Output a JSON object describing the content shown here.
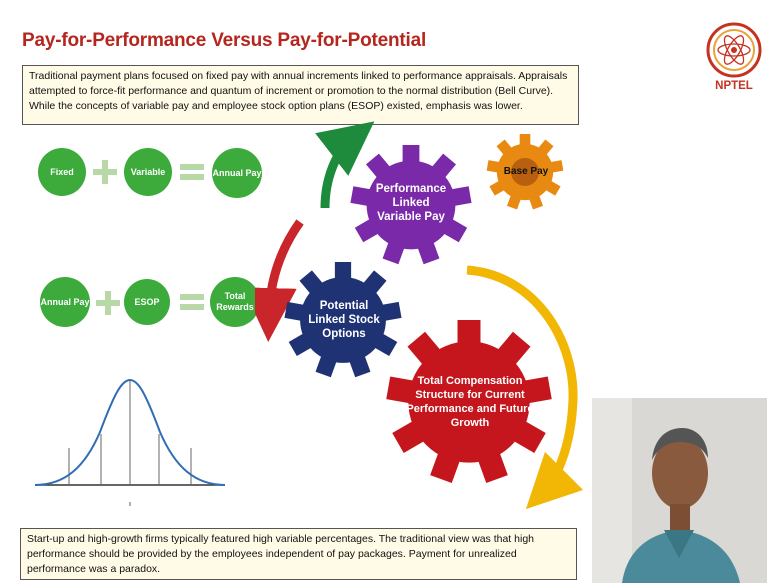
{
  "title": "Pay-for-Performance Versus Pay-for-Potential",
  "intro_text": "Traditional payment plans focused on fixed pay with annual increments linked to performance appraisals. Appraisals attempted to force-fit performance and quantum of increment or promotion to the normal distribution (Bell Curve). While the concepts of variable pay and employee stock option plans (ESOP) existed, emphasis was lower.",
  "equation1": {
    "a": "Fixed",
    "b": "Variable",
    "result": "Annual Pay"
  },
  "equation2": {
    "a": "Annual Pay",
    "b": "ESOP",
    "result": "Total Rewards"
  },
  "gears": {
    "performance": "Performance Linked Variable Pay",
    "potential": "Potential Linked Stock Options",
    "total": "Total Compensation Structure for Current Performance and Future Growth",
    "base_pay": "Base Pay"
  },
  "logo_text": "NPTEL",
  "footer_text": "Start-up and high-growth firms typically featured high variable percentages. The traditional view was that high performance should be provided by the employees independent of pay packages. Payment for unrealized performance was a paradox.",
  "colors": {
    "title": "#b5261e",
    "green": "#3cab3b",
    "purple": "#7a2aa8",
    "navy": "#1f3374",
    "red": "#c4161c",
    "orange": "#e88a12",
    "arrow_green": "#1e8a3c",
    "arrow_red": "#c9262c",
    "arrow_yellow": "#f2b705"
  }
}
